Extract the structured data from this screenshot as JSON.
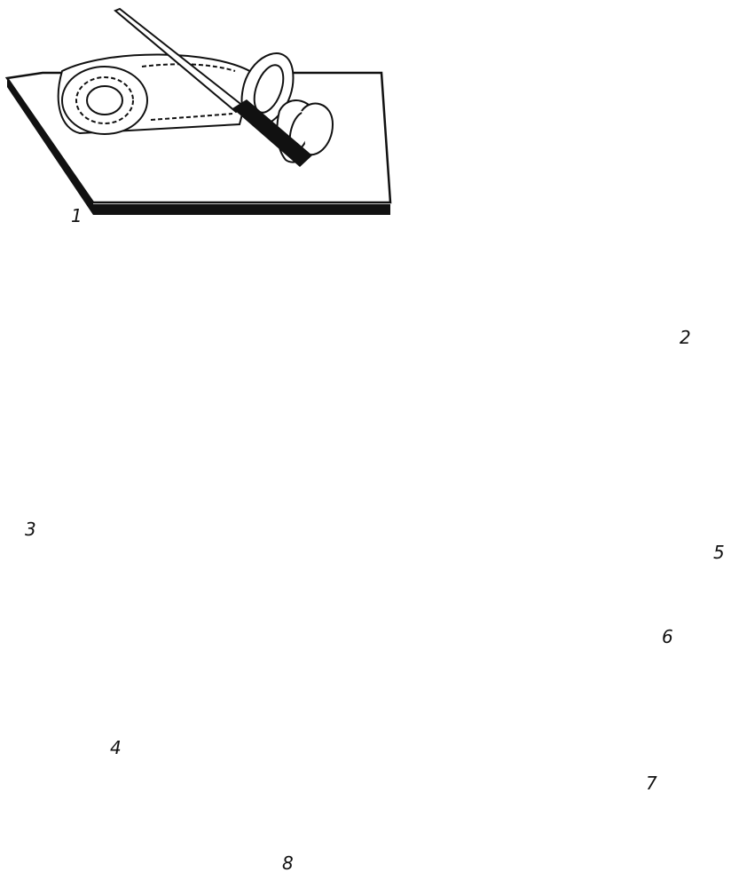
{
  "steps": [
    {
      "id": "1",
      "label": "1"
    },
    {
      "id": "2",
      "label": "2"
    },
    {
      "id": "3",
      "label": "3"
    },
    {
      "id": "4",
      "label": "4"
    },
    {
      "id": "5",
      "label": "5"
    },
    {
      "id": "6",
      "label": "6"
    },
    {
      "id": "7",
      "label": "7"
    },
    {
      "id": "8",
      "label": "8"
    }
  ],
  "colors": {
    "ink": "#111111",
    "paper": "#ffffff",
    "shade": "#9a9a9a"
  }
}
